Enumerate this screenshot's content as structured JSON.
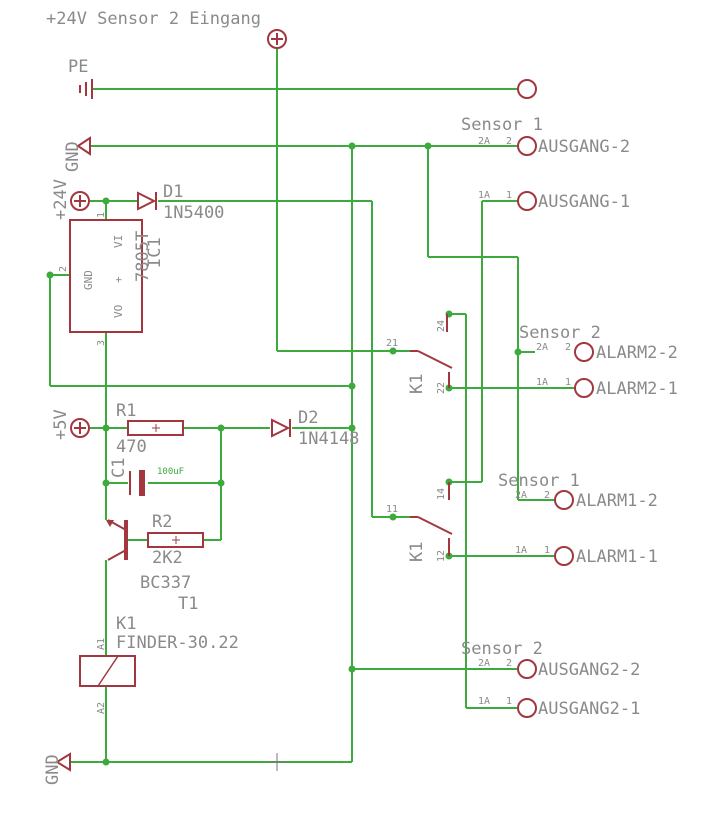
{
  "title": "+24V Sensor 2 Eingang",
  "pe": "PE",
  "gnd": "GND",
  "supply_24v": "+24V",
  "supply_5v": "+5V",
  "sensor1": "Sensor 1",
  "sensor2": "Sensor 2",
  "pin_2a": "2A",
  "pin_1a": "1A",
  "pin_2": "2",
  "pin_1": "1",
  "ausgang_2": "AUSGANG-2",
  "ausgang_1": "AUSGANG-1",
  "alarm2_2": "ALARM2-2",
  "alarm2_1": "ALARM2-1",
  "alarm1_2": "ALARM1-2",
  "alarm1_1": "ALARM1-1",
  "ausgang2_2": "AUSGANG2-2",
  "ausgang2_1": "AUSGANG2-1",
  "d1_name": "D1",
  "d1_value": "1N5400",
  "ic1_name": "IC1",
  "ic1_value": "7805T",
  "ic_gnd": "GND",
  "ic_vi": "VI",
  "ic_vo": "VO",
  "ic_plus": "+",
  "pin_3": "3",
  "r1_name": "R1",
  "r1_value": "470",
  "d2_name": "D2",
  "d2_value": "1N4148",
  "c1_name": "C1",
  "c1_value": "100uF",
  "r2_name": "R2",
  "r2_value": "2K2",
  "t1_name": "T1",
  "t1_value": "BC337",
  "k1_name": "K1",
  "k1_value": "FINDER-30.22",
  "pin_a1": "A1",
  "pin_a2": "A2",
  "pin_21": "21",
  "pin_22": "22",
  "pin_24": "24",
  "pin_11": "11",
  "pin_12": "12",
  "pin_14": "14"
}
